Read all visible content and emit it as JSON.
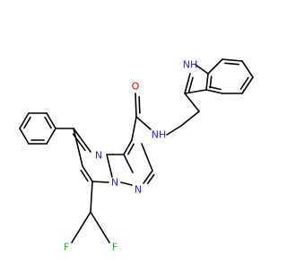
{
  "molecule": {
    "atom_labels": {
      "indole_nh": "NH",
      "amide_nh": "NH",
      "carbonyl_o": "O",
      "pyrimidine_n": "N",
      "bridge_n": "N",
      "pyrazole_n": "N",
      "fluorine_left": "F",
      "fluorine_right": "F"
    },
    "colors": {
      "nitrogen": "#2222ee",
      "oxygen": "#ee0000",
      "fluorine": "#33aa33",
      "bond": "#000000",
      "background": "#ffffff"
    }
  }
}
